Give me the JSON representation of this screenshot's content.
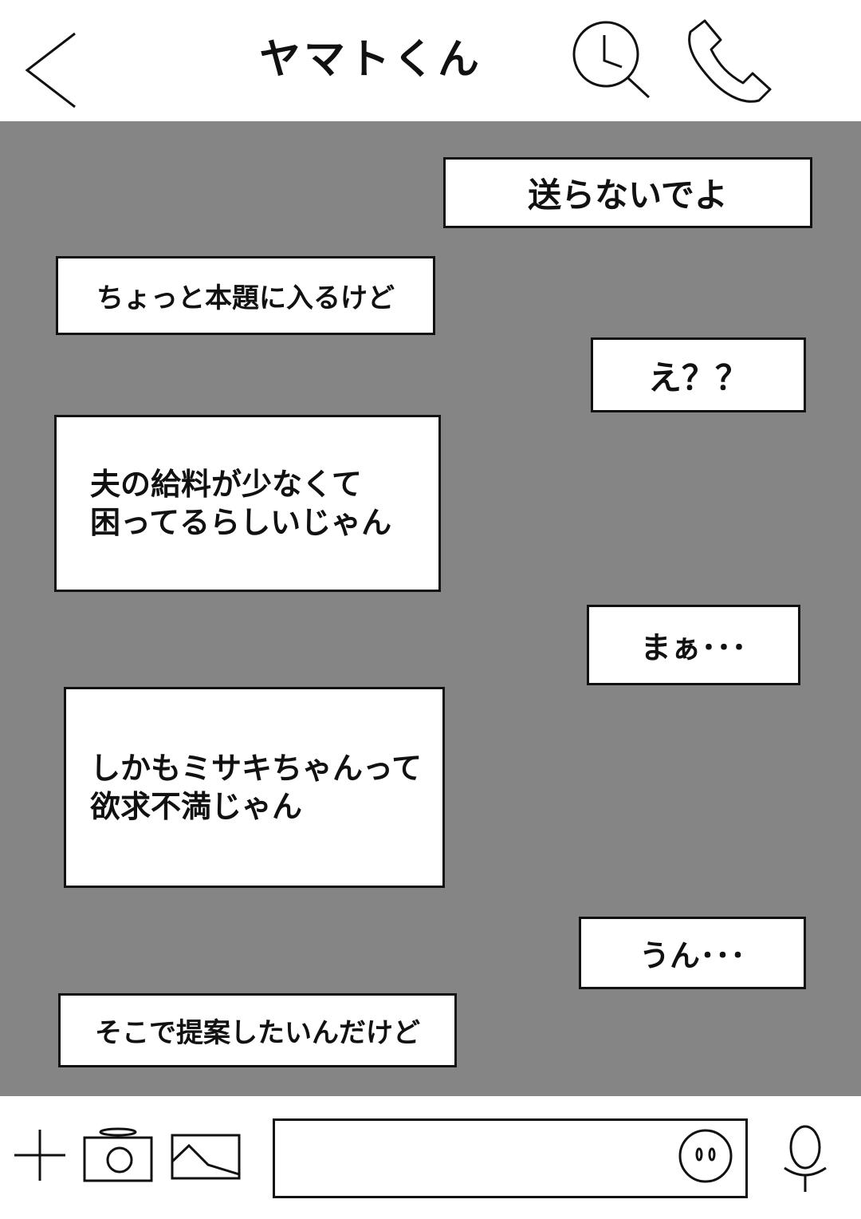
{
  "header": {
    "title": "ヤマトくん",
    "icons": [
      "back-arrow-icon",
      "search-clock-icon",
      "phone-icon"
    ]
  },
  "colors": {
    "chat_background": "#858585",
    "bubble_background": "#ffffff",
    "border": "#111111"
  },
  "messages": [
    {
      "sender": "self",
      "text": "送らないでよ"
    },
    {
      "sender": "other",
      "text": "ちょっと本題に入るけど"
    },
    {
      "sender": "self",
      "text": "え？？"
    },
    {
      "sender": "other",
      "text": "夫の給料が少なくて\n困ってるらしいじゃん"
    },
    {
      "sender": "self",
      "text": "まぁ･･･"
    },
    {
      "sender": "other",
      "text": "しかもミサキちゃんって\n欲求不満じゃん"
    },
    {
      "sender": "self",
      "text": "うん･･･"
    },
    {
      "sender": "other",
      "text": "そこで提案したいんだけど"
    }
  ],
  "footer": {
    "icons": [
      "plus-icon",
      "camera-icon",
      "image-icon",
      "emoji-icon",
      "microphone-icon"
    ],
    "input_value": ""
  }
}
